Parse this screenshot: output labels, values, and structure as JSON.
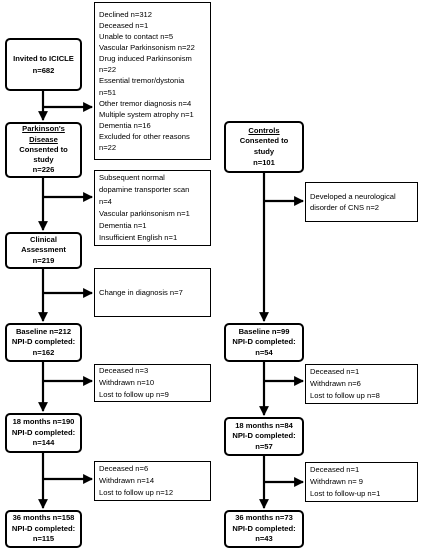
{
  "invited": {
    "lines": [
      "Invited to ICICLE",
      "n=682"
    ]
  },
  "excluded_initial": {
    "lines": [
      "Declined n=312",
      "Deceased n=1",
      "Unable to contact n=5",
      "Vascular Parkinsonism n=22",
      "Drug induced Parkinsonism",
      "n=22",
      "Essential tremor/dystonia",
      "n=51",
      "Other tremor diagnosis n=4",
      "Multiple system atrophy n=1",
      "Dementia n=16",
      "Excluded for other reasons",
      "n=22"
    ]
  },
  "pd_consented": {
    "heading": [
      "Parkinson's",
      "Disease"
    ],
    "lines": [
      "Consented to",
      "study",
      "n=226"
    ]
  },
  "controls_consented": {
    "heading": "Controls",
    "lines": [
      "Consented to",
      "study",
      "n=101"
    ]
  },
  "pd_excluded": {
    "lines": [
      "Subsequent normal",
      "dopamine transporter scan",
      "n=4",
      "Vascular parkinsonism n=1",
      "Dementia n=1",
      "Insufficient English n=1"
    ]
  },
  "controls_excluded": {
    "lines": [
      "Developed a neurological",
      "disorder of CNS n=2"
    ]
  },
  "clinical_assessment": {
    "lines": [
      "Clinical",
      "Assessment",
      "n=219"
    ]
  },
  "change_diagnosis": {
    "lines": [
      "Change in diagnosis n=7"
    ]
  },
  "pd_baseline": {
    "lines": [
      "Baseline n=212",
      "NPI-D completed:",
      "n=162"
    ]
  },
  "controls_baseline": {
    "lines": [
      "Baseline n=99",
      "NPI-D completed:",
      "n=54"
    ]
  },
  "pd_loss_1": {
    "lines": [
      "Deceased n=3",
      "Withdrawn n=10",
      "Lost to follow up n=9"
    ]
  },
  "controls_loss_1": {
    "lines": [
      "Deceased n=1",
      "Withdrawn n=6",
      "Lost to follow up n=8"
    ]
  },
  "pd_18m": {
    "lines": [
      "18 months n=190",
      "NPI-D completed:",
      "n=144"
    ]
  },
  "controls_18m": {
    "lines": [
      "18 months n=84",
      "NPI-D completed:",
      "n=57"
    ]
  },
  "pd_loss_2": {
    "lines": [
      "Deceased n=6",
      "Withdrawn n=14",
      "Lost to follow up  n=12"
    ]
  },
  "controls_loss_2": {
    "lines": [
      "Deceased n=1",
      "Withdrawn n= 9",
      "Lost to follow-up n=1"
    ]
  },
  "pd_36m": {
    "lines": [
      "36 months n=158",
      "NPI-D completed:",
      "n=115"
    ]
  },
  "controls_36m": {
    "lines": [
      "36 months n=73",
      "NPI-D completed:",
      "n=43"
    ]
  }
}
